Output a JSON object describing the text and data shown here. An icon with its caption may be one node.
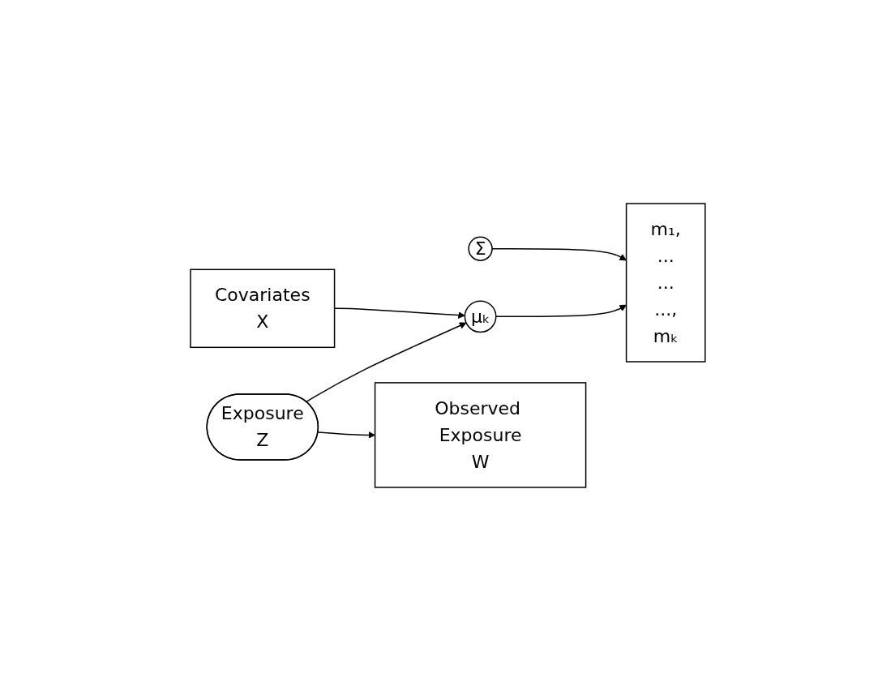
{
  "diagram": {
    "nodes": [
      {
        "text": [
          "Covariates",
          "X"
        ]
      },
      {
        "text": [
          "Σ"
        ]
      },
      {
        "text": [
          "Exposure",
          "Z"
        ]
      },
      {
        "text": [
          "μₖ"
        ]
      },
      {
        "text": [
          "m₁, ... ... ..., mₖ"
        ]
      },
      {
        "text": [
          "Observed Exposure",
          "W"
        ]
      }
    ],
    "edges": [
      {
        "from": 0,
        "to": 3,
        "arrow": "to"
      },
      {
        "from": 1,
        "to": 4,
        "arrow": "to"
      },
      {
        "from": 2,
        "to": 3,
        "arrow": "to"
      },
      {
        "from": 3,
        "to": 4,
        "arrow": "to"
      },
      {
        "from": 2,
        "to": 5,
        "arrow": "to"
      }
    ]
  }
}
